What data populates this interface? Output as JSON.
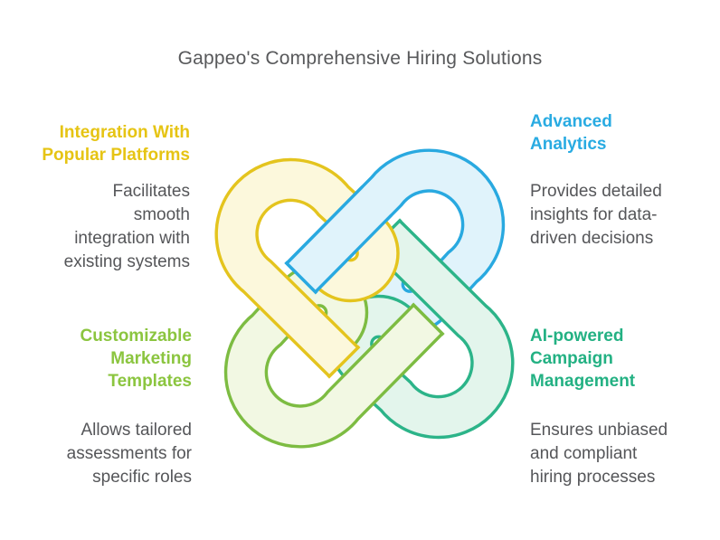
{
  "title": "Gappeo's Comprehensive Hiring Solutions",
  "title_color": "#58595B",
  "body_color": "#555659",
  "sections": [
    {
      "id": "integration-platforms",
      "align": "right",
      "color": "#E6C414",
      "heading_lines": [
        "Integration With",
        "Popular Platforms"
      ],
      "body_lines": [
        "Facilitates",
        "smooth",
        "integration with",
        "existing systems"
      ]
    },
    {
      "id": "advanced-analytics",
      "align": "left",
      "color": "#29ABE2",
      "heading_lines": [
        "Advanced",
        "Analytics"
      ],
      "body_lines": [
        "Provides detailed",
        "insights for data-",
        "driven decisions"
      ]
    },
    {
      "id": "marketing-templates",
      "align": "right",
      "color": "#8BC53F",
      "heading_lines": [
        "Customizable",
        "Marketing",
        "Templates"
      ],
      "body_lines": [
        "Allows tailored",
        "assessments for",
        "specific roles"
      ]
    },
    {
      "id": "campaign-management",
      "align": "left",
      "color": "#23B183",
      "heading_lines": [
        "AI-powered",
        "Campaign",
        "Management"
      ],
      "body_lines": [
        "Ensures unbiased",
        "and compliant",
        "hiring processes"
      ]
    }
  ],
  "knot": {
    "bands": [
      {
        "name": "yellow",
        "border": "#E4C41E",
        "fill": "#FCF8DC"
      },
      {
        "name": "blue",
        "border": "#29A9E0",
        "fill": "#E0F3FB"
      },
      {
        "name": "lime",
        "border": "#7DBC42",
        "fill": "#F2F8E3"
      },
      {
        "name": "teal",
        "border": "#2CB489",
        "fill": "#E3F5EC"
      }
    ]
  }
}
